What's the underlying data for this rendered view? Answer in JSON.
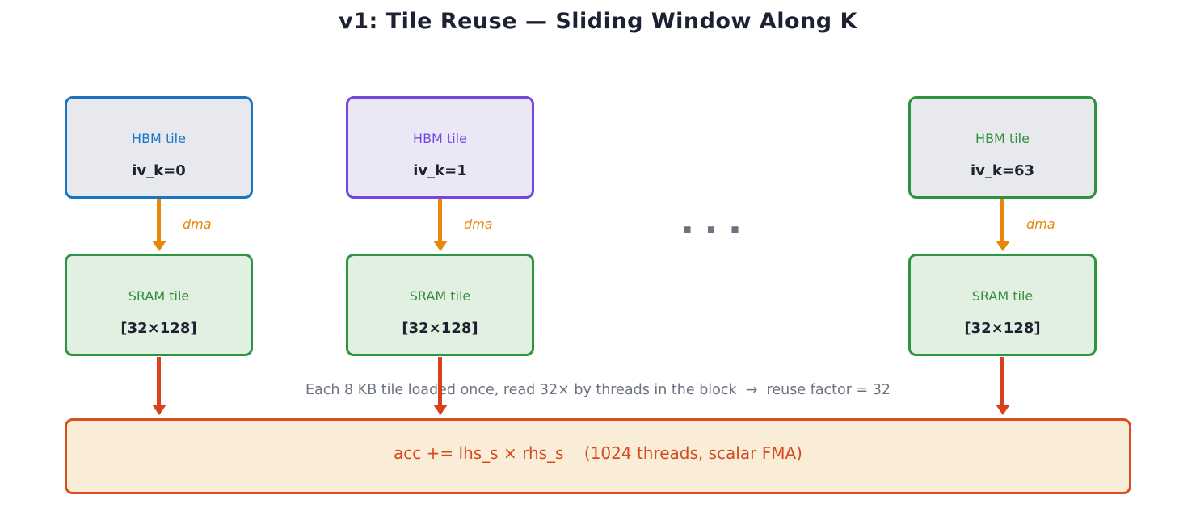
{
  "title": "v1: Tile Reuse — Sliding Window Along K",
  "columns": [
    {
      "hbm_label": "HBM tile",
      "hbm_value": "iv_k=0",
      "dma_label": "dma",
      "sram_label": "SRAM tile",
      "sram_value": "[32×128]",
      "accent": "#1b74c1",
      "hbm_fill": "#e8e9ee"
    },
    {
      "hbm_label": "HBM tile",
      "hbm_value": "iv_k=1",
      "dma_label": "dma",
      "sram_label": "SRAM tile",
      "sram_value": "[32×128]",
      "accent": "#7448e0",
      "hbm_fill": "#eae8f4"
    },
    {
      "hbm_label": "HBM tile",
      "hbm_value": "iv_k=63",
      "dma_label": "dma",
      "sram_label": "SRAM tile",
      "sram_value": "[32×128]",
      "accent": "#2e9143",
      "hbm_fill": "#e8e9ed"
    }
  ],
  "ellipsis": "...",
  "caption": "Each 8 KB tile loaded once, read 32× by threads in the block  →  reuse factor = 32",
  "compute": {
    "label": "acc += lhs_s × rhs_s    (1024 threads, scalar FMA)"
  },
  "colors": {
    "background": "#ffffff",
    "title_text": "#1d2232",
    "value_text": "#1d2232",
    "dma_arrow": "#e8860d",
    "feed_arrow": "#d8421b",
    "sram_border": "#2e9442",
    "sram_fill": "#e2f0e2",
    "sram_label": "#368c3e",
    "ellipsis": "#6b7280",
    "caption_text": "#6b7280",
    "compute_border": "#d94e1f",
    "compute_fill": "#f9edd8",
    "compute_text": "#d6491d"
  }
}
